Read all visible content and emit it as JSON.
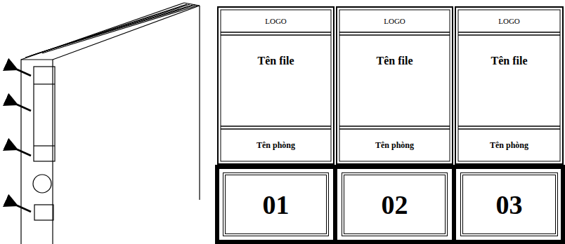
{
  "diagram": {
    "nodes": [
      {
        "text": [
          "LOGO"
        ]
      },
      {
        "text": [
          "Tên file"
        ]
      },
      {
        "text": [
          "Tên phòng"
        ]
      },
      {
        "text": [
          "01"
        ]
      },
      {
        "text": [
          "LOGO"
        ]
      },
      {
        "text": [
          "Tên file"
        ]
      },
      {
        "text": [
          "Tên phòng"
        ]
      },
      {
        "text": [
          "02"
        ]
      },
      {
        "text": [
          "LOGO"
        ]
      },
      {
        "text": [
          "Tên file"
        ]
      },
      {
        "text": [
          "Tên phòng"
        ]
      },
      {
        "text": [
          "03"
        ]
      }
    ]
  }
}
